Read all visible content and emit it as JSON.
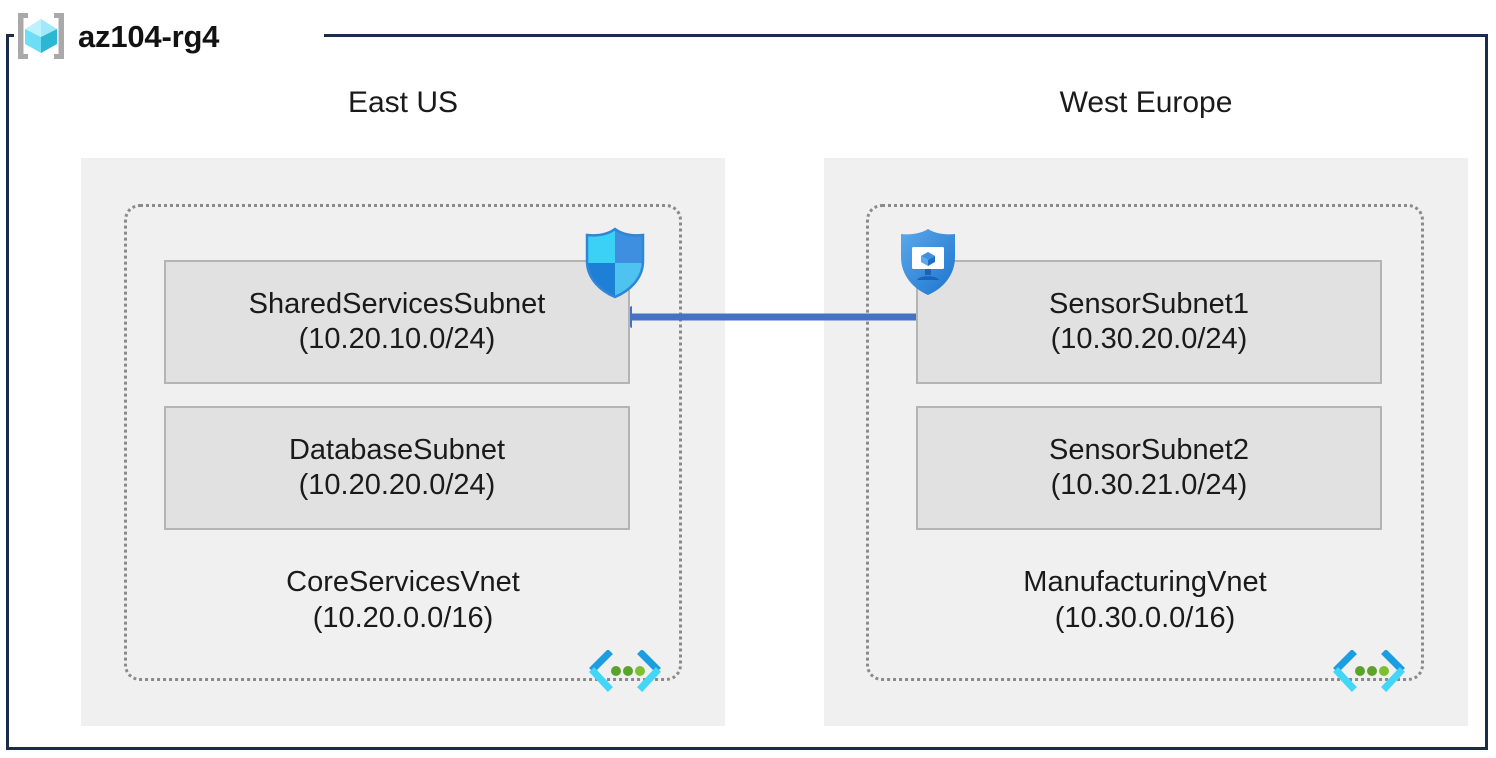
{
  "diagram": {
    "resource_group": {
      "name": "az104-rg4",
      "icon": "resource-group-cube-icon"
    },
    "border_color": "#1b2b4b",
    "region_panel_color": "#f0f0f0",
    "subnet_fill_color": "#e1e1e1",
    "subnet_border_color": "#b4b4b4",
    "vnet_border_color": "#8a8a8a",
    "arrow_color": "#4472c4",
    "regions": [
      {
        "label": "East US",
        "vnet": {
          "name": "CoreServicesVnet",
          "address_space": "(10.20.0.0/16)",
          "icon": "virtual-network-icon",
          "subnets": [
            {
              "name": "SharedServicesSubnet",
              "address_space": "(10.20.10.0/24)",
              "attached_icon": "network-security-group-shield-icon"
            },
            {
              "name": "DatabaseSubnet",
              "address_space": "(10.20.20.0/24)",
              "attached_icon": null
            }
          ]
        }
      },
      {
        "label": "West Europe",
        "vnet": {
          "name": "ManufacturingVnet",
          "address_space": "(10.30.0.0/16)",
          "icon": "virtual-network-icon",
          "subnets": [
            {
              "name": "SensorSubnet1",
              "address_space": "(10.30.20.0/24)",
              "attached_icon": "defender-for-cloud-shield-icon"
            },
            {
              "name": "SensorSubnet2",
              "address_space": "(10.30.21.0/24)",
              "attached_icon": null
            }
          ]
        }
      }
    ],
    "connection": {
      "icon": "left-arrow-connector",
      "direction": "right-to-left",
      "from": "SensorSubnet1",
      "to": "SharedServicesSubnet"
    }
  }
}
